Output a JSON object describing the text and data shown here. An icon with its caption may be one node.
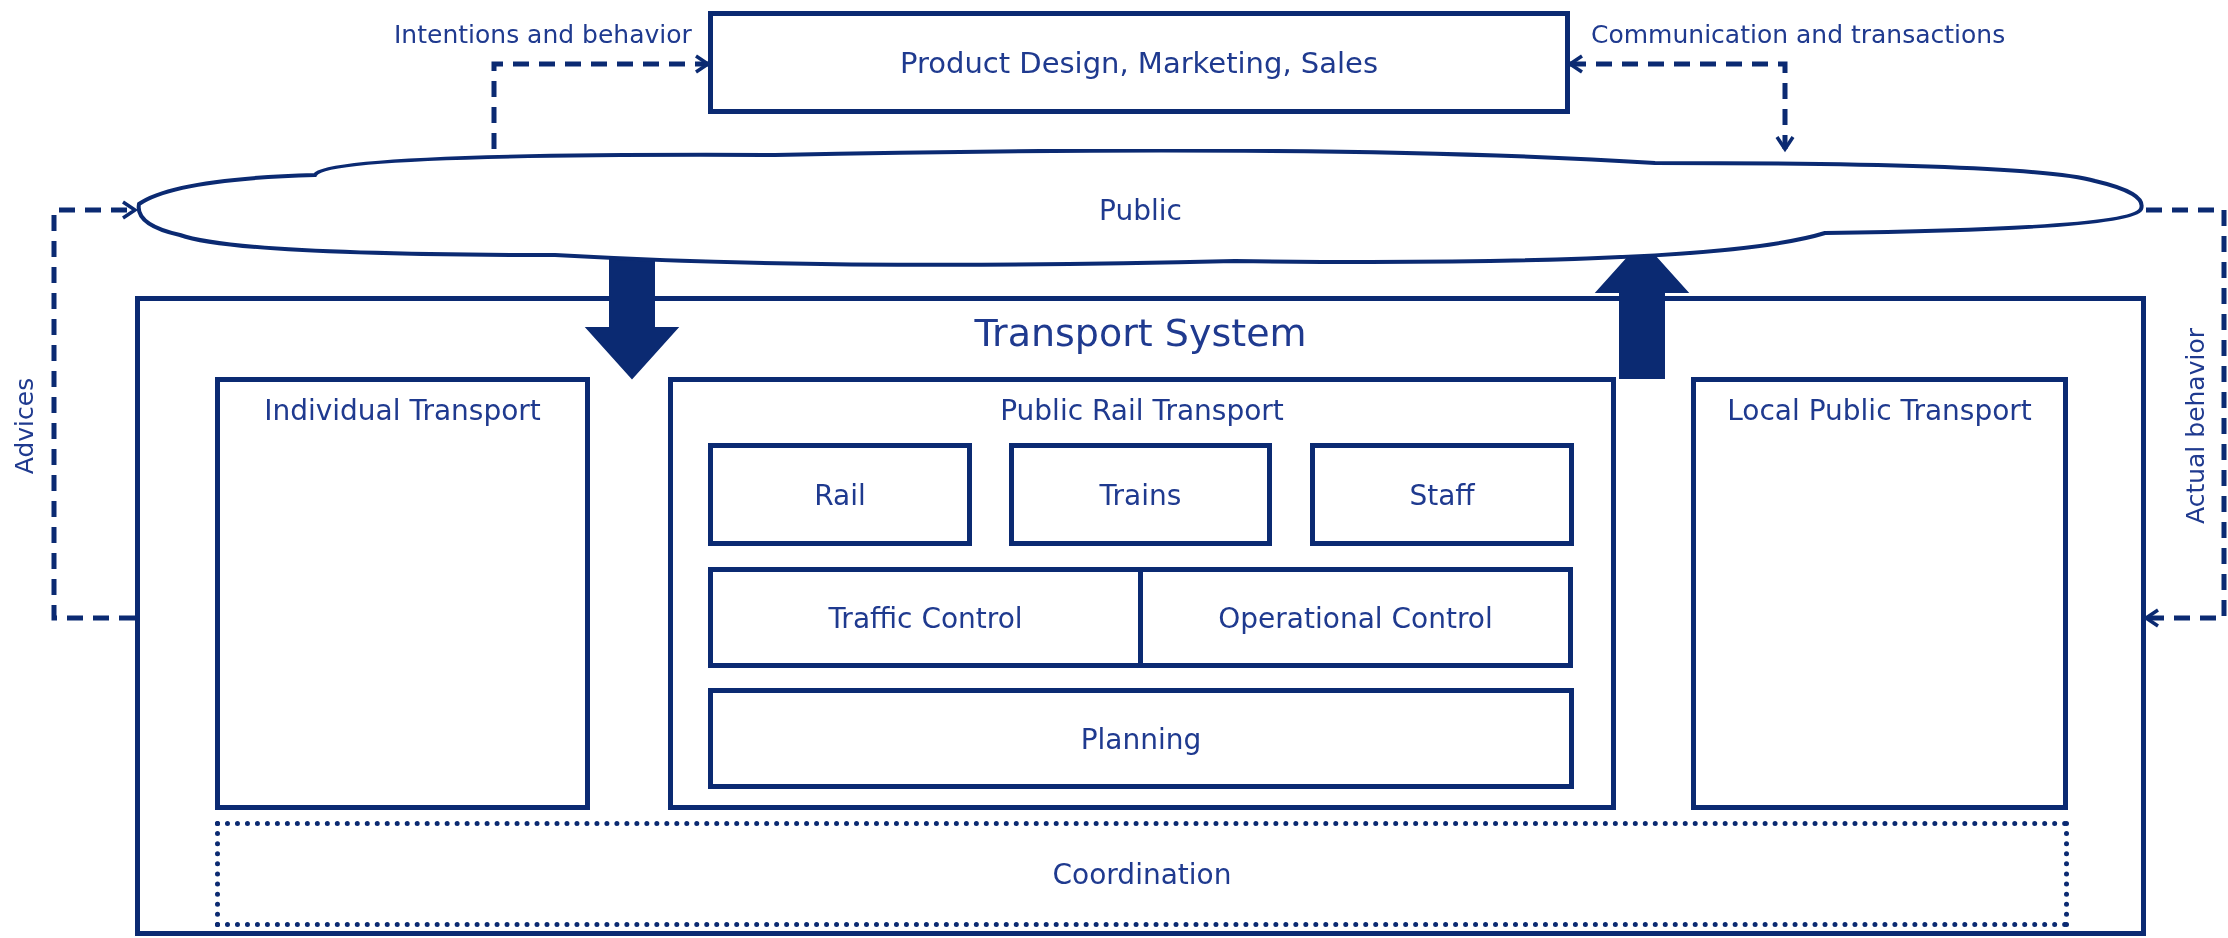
{
  "diagram": {
    "nodes": [
      {
        "text": [
          "Product Design, Marketing, Sales"
        ]
      },
      {
        "text": [
          "Public"
        ]
      },
      {
        "text": [
          "Transport System"
        ]
      },
      {
        "text": [
          "Individual Transport"
        ],
        "in": 2
      },
      {
        "text": [
          "Public Rail Transport"
        ],
        "in": 2
      },
      {
        "text": [
          "Rail"
        ],
        "in": 4
      },
      {
        "text": [
          "Trains"
        ],
        "in": 4
      },
      {
        "text": [
          "Staff"
        ],
        "in": 4
      },
      {
        "text": [
          "Traffic Control"
        ],
        "in": 4
      },
      {
        "text": [
          "Operational Control"
        ],
        "in": 4
      },
      {
        "text": [
          "Planning"
        ],
        "in": 4
      },
      {
        "text": [
          "Local Public Transport"
        ],
        "in": 2
      },
      {
        "text": [
          "Coordination"
        ],
        "in": 2
      }
    ],
    "edges": [
      {
        "from": 1,
        "to": 0,
        "arrow": "to",
        "label": "Intentions and behavior",
        "style": "dashed"
      },
      {
        "from": 0,
        "to": 1,
        "arrow": "both",
        "label": "Communication and transactions",
        "style": "dashed"
      },
      {
        "from": 2,
        "to": 1,
        "arrow": "to",
        "label": "Advices",
        "style": "dashed"
      },
      {
        "from": 1,
        "to": 2,
        "arrow": "to",
        "label": "Actual behavior",
        "style": "dashed"
      },
      {
        "from": 1,
        "to": 2,
        "arrow": "to",
        "style": "thick"
      },
      {
        "from": 2,
        "to": 1,
        "arrow": "to",
        "style": "thick"
      }
    ]
  }
}
